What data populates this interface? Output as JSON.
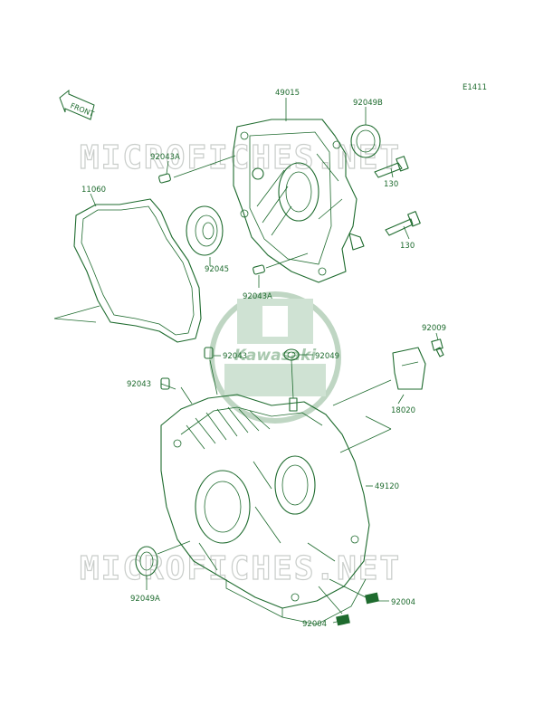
{
  "diagram_code": "E1411",
  "front_label": "FRONT",
  "watermark_text": "MICROFICHES.NET",
  "logo_text": "Kawasaki",
  "accent_color": "#1e6b2e",
  "parts": {
    "p49015": "49015",
    "p92049B": "92049B",
    "p92043A_top": "92043A",
    "p130_top": "130",
    "p11060": "11060",
    "p130_mid": "130",
    "p92045": "92045",
    "p92043A_mid": "92043A",
    "p92009": "92009",
    "p92043_right": "92043",
    "p92049": "92049",
    "p92043_left": "92043",
    "p18020": "18020",
    "p49120": "49120",
    "p92004_right": "92004",
    "p92049A": "92049A",
    "p92004_bottom": "92004"
  }
}
